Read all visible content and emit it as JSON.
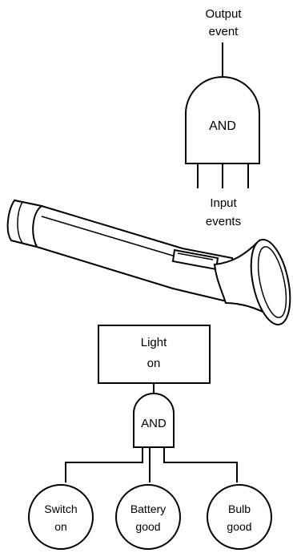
{
  "top_gate": {
    "output_label_line1": "Output",
    "output_label_line2": "event",
    "gate_label": "AND",
    "input_label_line1": "Input",
    "input_label_line2": "events"
  },
  "flashlight": {
    "icon": "flashlight-icon"
  },
  "tree": {
    "top_event_line1": "Light",
    "top_event_line2": "on",
    "gate_label": "AND",
    "events": [
      {
        "line1": "Switch",
        "line2": "on"
      },
      {
        "line1": "Battery",
        "line2": "good"
      },
      {
        "line1": "Bulb",
        "line2": "good"
      }
    ]
  }
}
